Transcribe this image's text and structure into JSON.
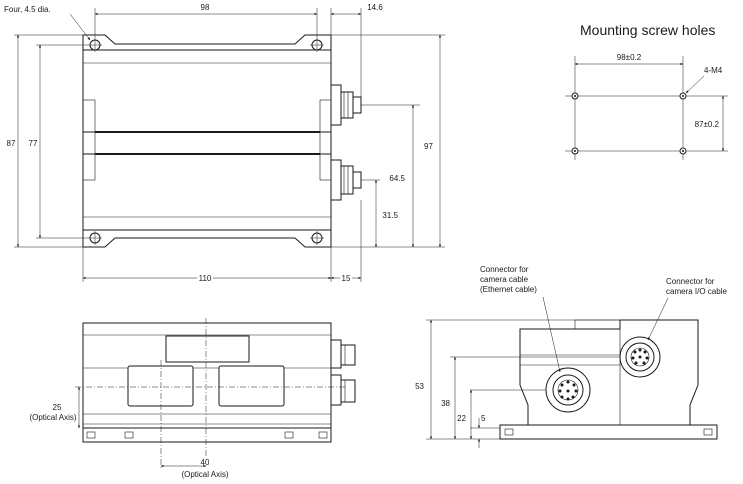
{
  "mounting": {
    "title": "Mounting screw holes",
    "pitch_horizontal": "98±0.2",
    "pitch_vertical": "87±0.2",
    "thread_callout": "4-M4"
  },
  "top_view": {
    "hole_note": "Four, 4.5 dia.",
    "dim_98": "98",
    "dim_14_6": "14.6",
    "dim_87": "87",
    "dim_77": "77",
    "dim_97": "97",
    "dim_64_5": "64.5",
    "dim_31_5": "31.5",
    "dim_110": "110",
    "dim_15": "15"
  },
  "front_view": {
    "dim_25": "25",
    "optical_axis_left": "(Optical Axis)",
    "dim_40": "40",
    "optical_axis_bottom": "(Optical Axis)"
  },
  "side_view": {
    "connector_ethernet": [
      "Connector for",
      "camera cable",
      "(Ethernet cable)"
    ],
    "connector_io": [
      "Connector for",
      "camera I/O cable"
    ],
    "dim_53": "53",
    "dim_38": "38",
    "dim_22": "22",
    "dim_5": "5"
  }
}
